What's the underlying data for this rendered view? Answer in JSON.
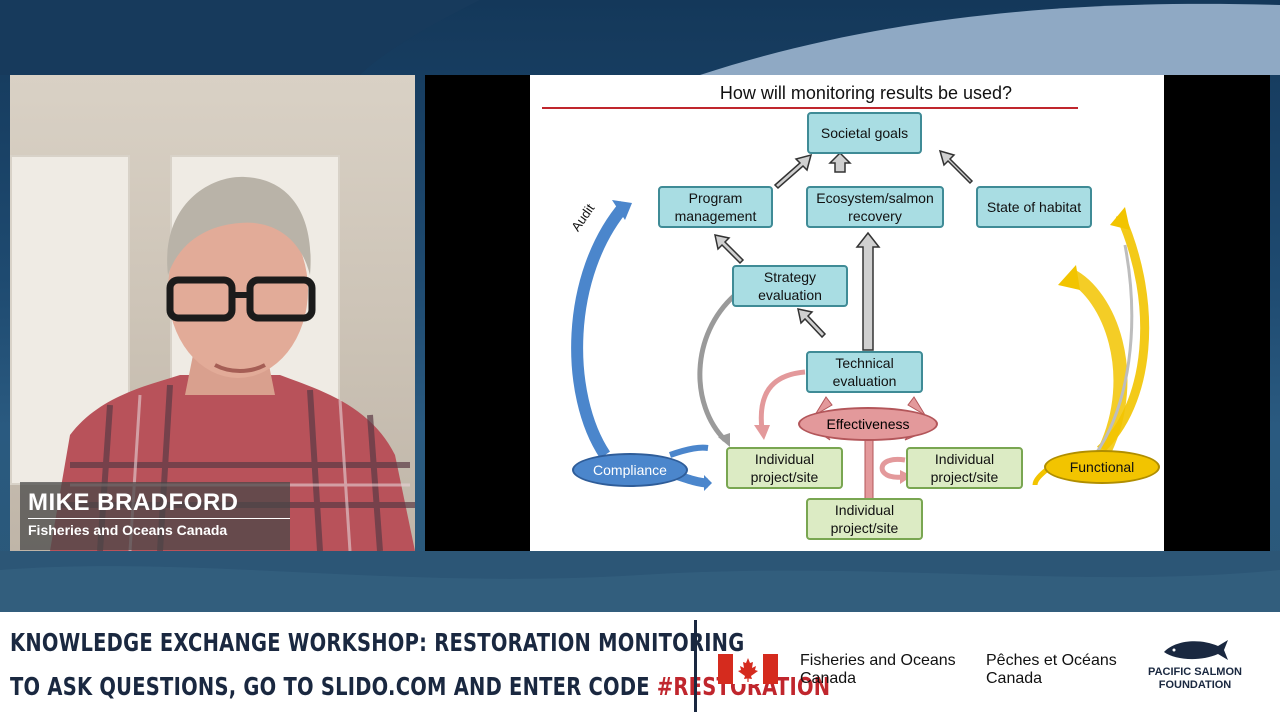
{
  "speaker": {
    "name": "MIKE BRADFORD",
    "organization": "Fisheries and Oceans Canada"
  },
  "slide": {
    "title": "How will monitoring results be used?",
    "nodes": {
      "societal_goals": "Societal goals",
      "program_management": "Program management",
      "ecosystem_recovery": "Ecosystem/salmon recovery",
      "state_of_habitat": "State of habitat",
      "strategy_evaluation": "Strategy evaluation",
      "technical_evaluation": "Technical evaluation",
      "effectiveness": "Effectiveness",
      "compliance": "Compliance",
      "functional": "Functional",
      "project_site_1": "Individual project/site",
      "project_site_2": "Individual project/site",
      "project_site_3": "Individual project/site",
      "audit": "Audit"
    }
  },
  "banner": {
    "line1": "KNOWLEDGE EXCHANGE WORKSHOP: RESTORATION MONITORING",
    "line2_prefix": "TO ASK QUESTIONS, GO TO SLIDO.COM AND ENTER CODE ",
    "line2_code": "#RESTORATION",
    "gov_en_line1": "Fisheries and Oceans",
    "gov_en_line2": "Canada",
    "gov_fr_line1": "Pêches et Océans",
    "gov_fr_line2": "Canada",
    "psf_line1": "PACIFIC SALMON",
    "psf_line2": "FOUNDATION"
  },
  "colors": {
    "banner_text": "#1a2840",
    "hashtag": "#c0262d",
    "box_fill": "#a9dde3",
    "green_fill": "#dcebc4",
    "compliance_blue": "#4b86cc",
    "functional_yellow": "#f2c400",
    "effectiveness_red": "#e3999b"
  }
}
